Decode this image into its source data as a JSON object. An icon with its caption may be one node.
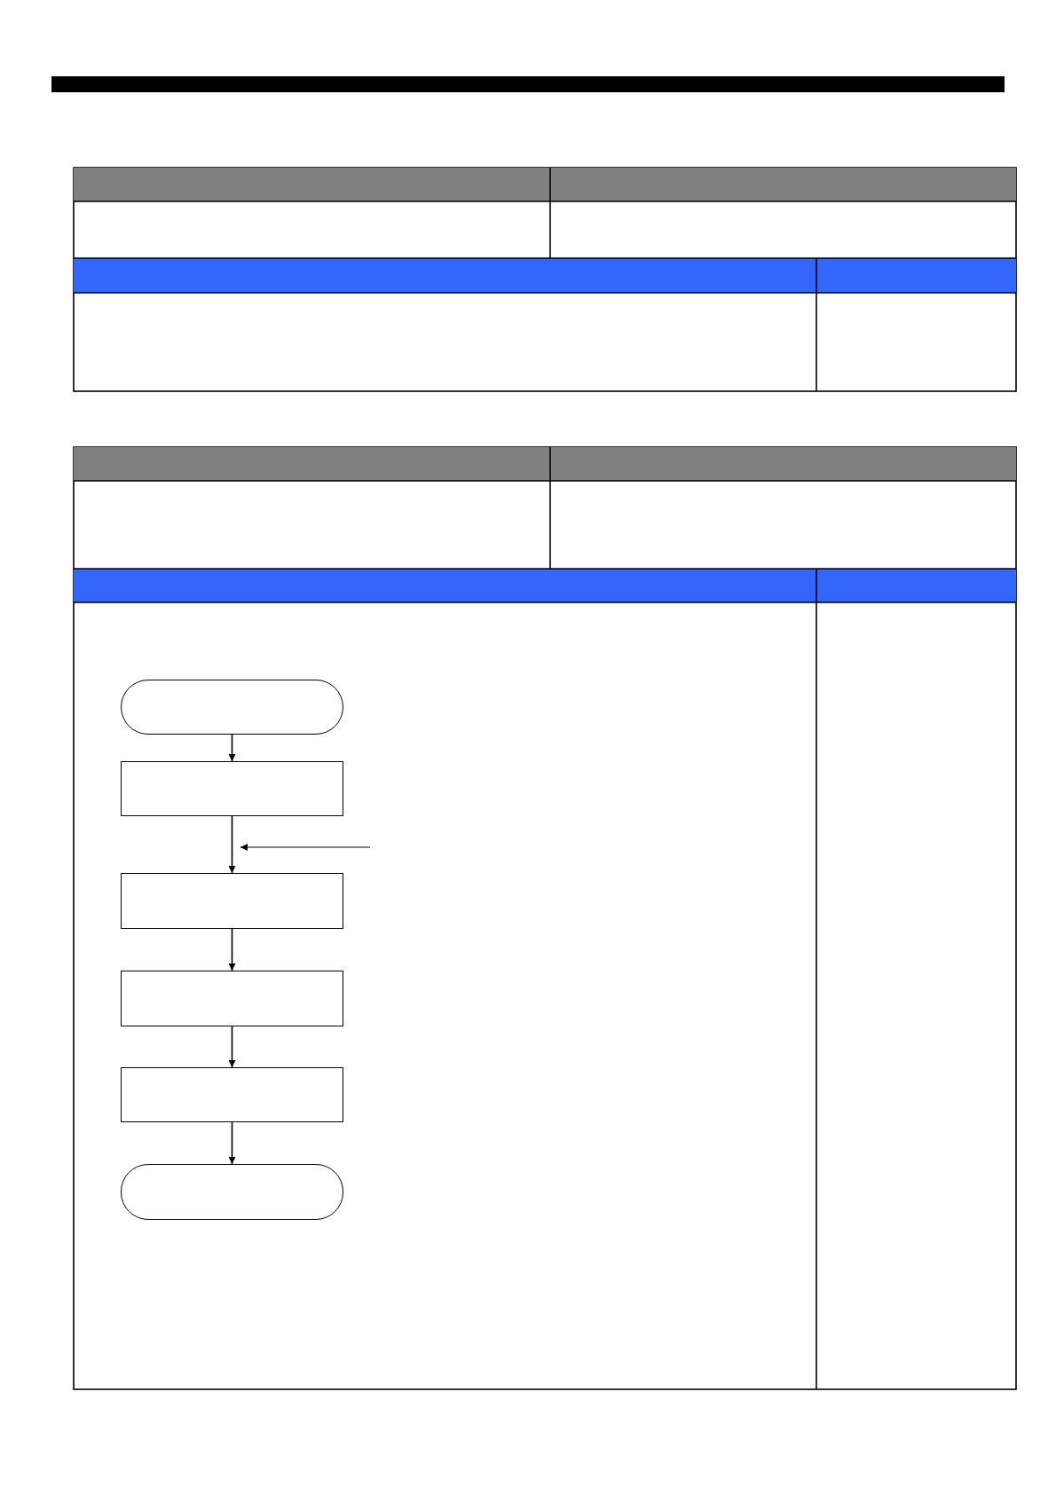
{
  "diagram": {
    "nodes": [
      {
        "text": [],
        "shape": "pill"
      },
      {
        "text": [],
        "shape": "box"
      },
      {
        "text": [],
        "shape": "box"
      },
      {
        "text": [],
        "shape": "box"
      },
      {
        "text": [],
        "shape": "box"
      },
      {
        "text": [],
        "shape": "pill"
      }
    ],
    "edges": [
      {
        "from": 0,
        "to": 1,
        "arrow": "to"
      },
      {
        "from": 1,
        "to": 2,
        "arrow": "to"
      },
      {
        "from": 2,
        "to": 3,
        "arrow": "to"
      },
      {
        "from": 3,
        "to": 4,
        "arrow": "to"
      },
      {
        "from": 4,
        "to": 5,
        "arrow": "to"
      }
    ]
  }
}
